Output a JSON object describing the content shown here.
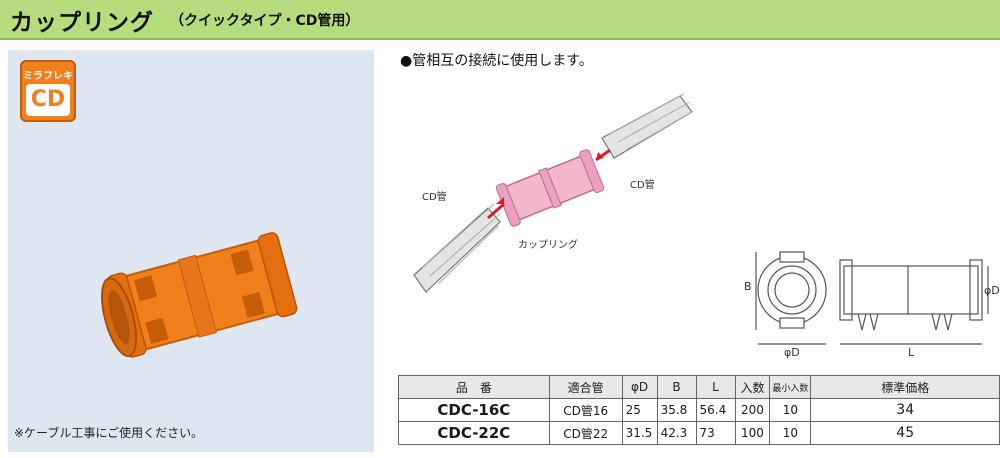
{
  "header": {
    "title": "カップリング",
    "subtitle": "（クイックタイプ・CD管用）"
  },
  "badge": {
    "top": "ミラフレキ",
    "main": "CD"
  },
  "photo_note": "※ケーブル工事にご使用ください。",
  "description": "●管相互の接続に使用します。",
  "diagram": {
    "cd_pipe_left": "CD管",
    "cd_pipe_right": "CD管",
    "coupling": "カップリング",
    "dim_b": "B",
    "dim_d_bottom": "φD",
    "dim_l": "L",
    "dim_d_right": "φD"
  },
  "table": {
    "headers": [
      "品　番",
      "適合管",
      "φD",
      "B",
      "L",
      "入数",
      "最小入数",
      "標準価格"
    ],
    "rows": [
      [
        "CDC-16C",
        "CD管16",
        "25",
        "35.8",
        "56.4",
        "200",
        "10",
        "34"
      ],
      [
        "CDC-22C",
        "CD管22",
        "31.5",
        "42.3",
        "73",
        "100",
        "10",
        "45"
      ]
    ]
  },
  "colors": {
    "header_bg": "#b6dc7e",
    "badge": "#f07f1c",
    "product": "#f07f1c",
    "coupling_pink": "#f2b6cd",
    "photo_bg": "#dde6f1"
  }
}
